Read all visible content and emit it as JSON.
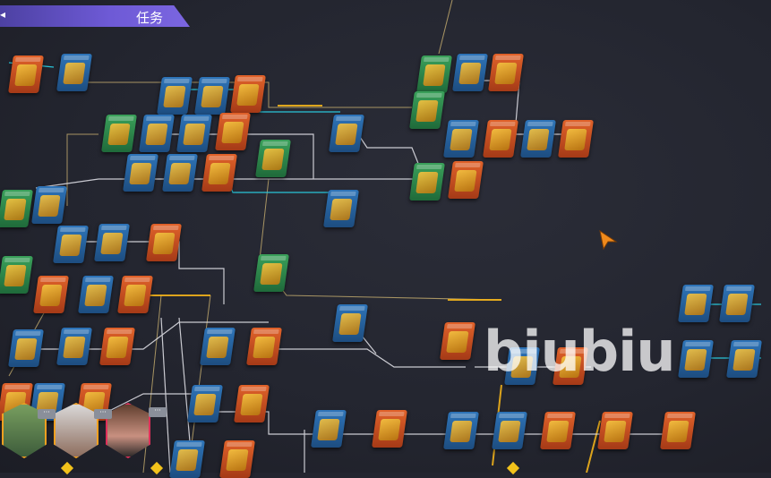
{
  "header": {
    "title": "任务",
    "back_icon": "arrow-left-icon"
  },
  "watermark": "biubiu",
  "colors": {
    "banner": "#6e5ad6",
    "blue_card": "#2e74b8",
    "orange_card": "#e0622a",
    "green_card": "#3aa05a",
    "link_gold": "#f2b21b",
    "link_cyan": "#29c4d8"
  },
  "cards": [
    "orange",
    "blue",
    "blue",
    "blue",
    "orange",
    "green",
    "blue",
    "orange",
    "green",
    "green",
    "blue",
    "blue",
    "orange",
    "blue",
    "blue",
    "orange",
    "blue",
    "orange",
    "green",
    "blue",
    "blue",
    "orange",
    "green",
    "orange",
    "blue",
    "green",
    "blue",
    "blue",
    "blue",
    "orange",
    "green",
    "green",
    "orange",
    "blue",
    "orange",
    "blue",
    "blue",
    "blue",
    "orange",
    "blue",
    "orange",
    "orange",
    "blue",
    "blue",
    "blue",
    "blue",
    "blue",
    "orange",
    "orange",
    "blue",
    "orange",
    "blue",
    "orange",
    "blue",
    "orange",
    "blue",
    "blue",
    "orange",
    "orange",
    "orange",
    "blue",
    "orange"
  ],
  "characters": [
    {
      "name": "goblin-engineer",
      "frame": "#f0a020"
    },
    {
      "name": "old-scientist",
      "frame": "#f0a020"
    },
    {
      "name": "woman-commander",
      "frame": "#e0305a"
    }
  ],
  "chat_bubble": "···"
}
